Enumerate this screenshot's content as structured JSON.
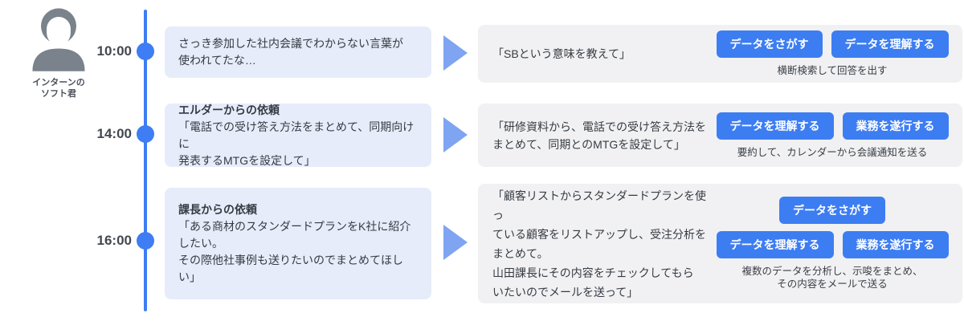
{
  "persona": {
    "name_line1": "インターンの",
    "name_line2": "ソフト君"
  },
  "colors": {
    "timeline_blue": "#3E7DF3",
    "button_blue": "#3D7DF2",
    "arrow_blue": "#7FA4F2",
    "scenario_bg": "#E6ECFA",
    "request_bg": "#F1F1F3",
    "avatar_gray": "#7A828C"
  },
  "rows": [
    {
      "time": "10:00",
      "scenario": {
        "title": "",
        "line1": "さっき参加した社内会議でわからない言葉が",
        "line2": "使われてたな…"
      },
      "request": {
        "line1": "「SBという意味を教えて」"
      },
      "actions": {
        "button1": "データをさがす",
        "button2": "データを理解する",
        "caption1": "横断検索して回答を出す"
      }
    },
    {
      "time": "14:00",
      "scenario": {
        "title": "エルダーからの依頼",
        "line1": "「電話での受け答え方法をまとめて、同期向けに",
        "line2": "発表するMTGを設定して」"
      },
      "request": {
        "line1": "「研修資料から、電話での受け答え方法を",
        "line2": "まとめて、同期とのMTGを設定して」"
      },
      "actions": {
        "button1": "データを理解する",
        "button2": "業務を遂行する",
        "caption1": "要約して、カレンダーから会議通知を送る"
      }
    },
    {
      "time": "16:00",
      "scenario": {
        "title": "課長からの依頼",
        "line1": "「ある商材のスタンダードプランをK社に紹介したい。",
        "line2": "その際他社事例も送りたいのでまとめてほしい」"
      },
      "request": {
        "line1": "「顧客リストからスタンダードプランを使っ",
        "line2": "ている顧客をリストアップし、受注分析を",
        "line3": "まとめて。",
        "line4": "山田課長にその内容をチェックしてもら",
        "line5": "いたいのでメールを送って」"
      },
      "actions": {
        "top_button": "データをさがす",
        "button1": "データを理解する",
        "button2": "業務を遂行する",
        "caption1": "複数のデータを分析し、示唆をまとめ、",
        "caption2": "その内容をメールで送る"
      }
    }
  ]
}
